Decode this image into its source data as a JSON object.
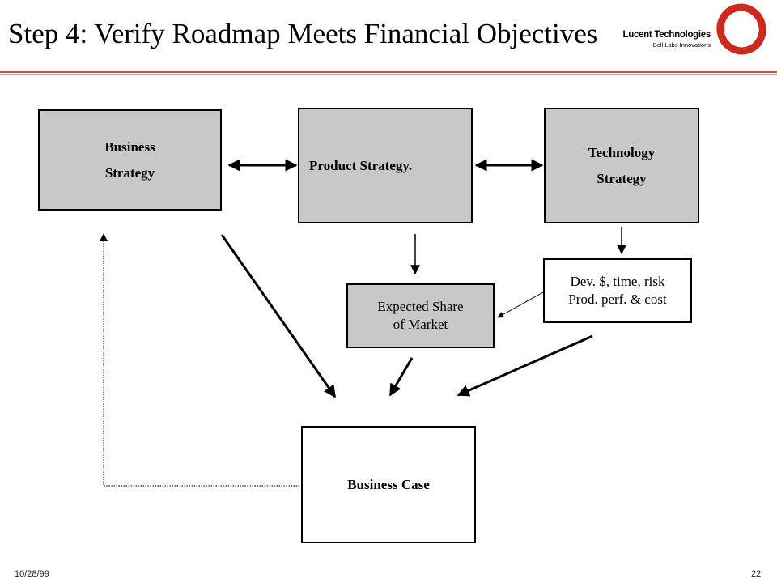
{
  "slide": {
    "title": "Step 4: Verify Roadmap Meets Financial Objectives",
    "logo": {
      "name": "Lucent Technologies",
      "tagline": "Bell Labs Innovations"
    },
    "footer": {
      "date": "10/28/99",
      "page": "22"
    },
    "colors": {
      "accent": "#c0504d",
      "box_fill": "#c8c8c8"
    }
  },
  "diagram": {
    "business_strategy": {
      "line1": "Business",
      "line2": "Strategy"
    },
    "product_strategy": {
      "label": "Product Strategy."
    },
    "technology_strategy": {
      "line1": "Technology",
      "line2": "Strategy"
    },
    "expected_share": {
      "line1": "Expected Share",
      "line2": "of Market"
    },
    "dev_costs": {
      "line1": "Dev. $, time, risk",
      "line2": "Prod. perf. & cost"
    },
    "business_case": {
      "label": "Business Case"
    }
  }
}
